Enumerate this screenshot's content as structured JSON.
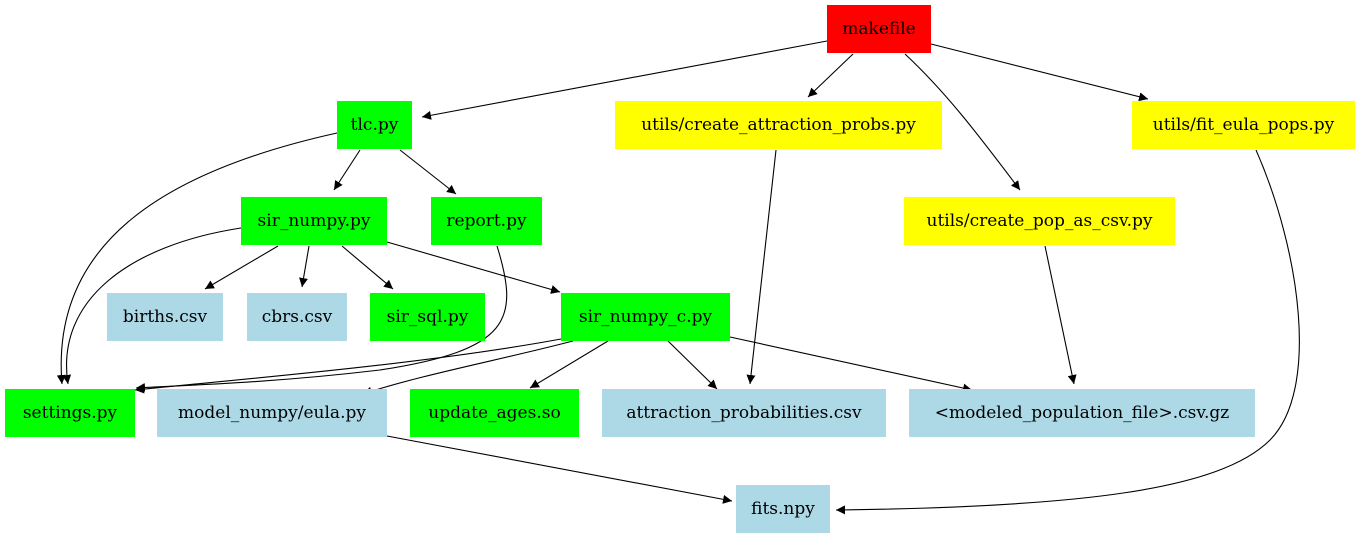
{
  "colors": {
    "root": "#ff0000",
    "script": "#00ff00",
    "util": "#ffff00",
    "data": "#add8e6",
    "edge": "#000000"
  },
  "nodes": {
    "makefile": {
      "label": "makefile",
      "kind": "root"
    },
    "tlc": {
      "label": "tlc.py",
      "kind": "script"
    },
    "create_attr": {
      "label": "utils/create_attraction_probs.py",
      "kind": "util"
    },
    "fit_eula": {
      "label": "utils/fit_eula_pops.py",
      "kind": "util"
    },
    "sir_numpy": {
      "label": "sir_numpy.py",
      "kind": "script"
    },
    "report": {
      "label": "report.py",
      "kind": "script"
    },
    "create_pop": {
      "label": "utils/create_pop_as_csv.py",
      "kind": "util"
    },
    "births": {
      "label": "births.csv",
      "kind": "data"
    },
    "cbrs": {
      "label": "cbrs.csv",
      "kind": "data"
    },
    "sir_sql": {
      "label": "sir_sql.py",
      "kind": "script"
    },
    "sir_numpy_c": {
      "label": "sir_numpy_c.py",
      "kind": "script"
    },
    "settings": {
      "label": "settings.py",
      "kind": "script"
    },
    "eula": {
      "label": "model_numpy/eula.py",
      "kind": "data"
    },
    "update_ages": {
      "label": "update_ages.so",
      "kind": "script"
    },
    "attr_probs": {
      "label": "attraction_probabilities.csv",
      "kind": "data"
    },
    "modeled_pop": {
      "label": "<modeled_population_file>.csv.gz",
      "kind": "data"
    },
    "fits": {
      "label": "fits.npy",
      "kind": "data"
    }
  },
  "edges": [
    [
      "makefile",
      "tlc"
    ],
    [
      "makefile",
      "create_attr"
    ],
    [
      "makefile",
      "create_pop"
    ],
    [
      "makefile",
      "fit_eula"
    ],
    [
      "tlc",
      "sir_numpy"
    ],
    [
      "tlc",
      "report"
    ],
    [
      "tlc",
      "settings"
    ],
    [
      "create_attr",
      "attr_probs"
    ],
    [
      "fit_eula",
      "fits"
    ],
    [
      "sir_numpy",
      "births"
    ],
    [
      "sir_numpy",
      "cbrs"
    ],
    [
      "sir_numpy",
      "sir_sql"
    ],
    [
      "sir_numpy",
      "sir_numpy_c"
    ],
    [
      "sir_numpy",
      "settings"
    ],
    [
      "report",
      "settings"
    ],
    [
      "create_pop",
      "modeled_pop"
    ],
    [
      "sir_numpy_c",
      "settings"
    ],
    [
      "sir_numpy_c",
      "eula"
    ],
    [
      "sir_numpy_c",
      "update_ages"
    ],
    [
      "sir_numpy_c",
      "attr_probs"
    ],
    [
      "sir_numpy_c",
      "modeled_pop"
    ],
    [
      "eula",
      "fits"
    ]
  ]
}
